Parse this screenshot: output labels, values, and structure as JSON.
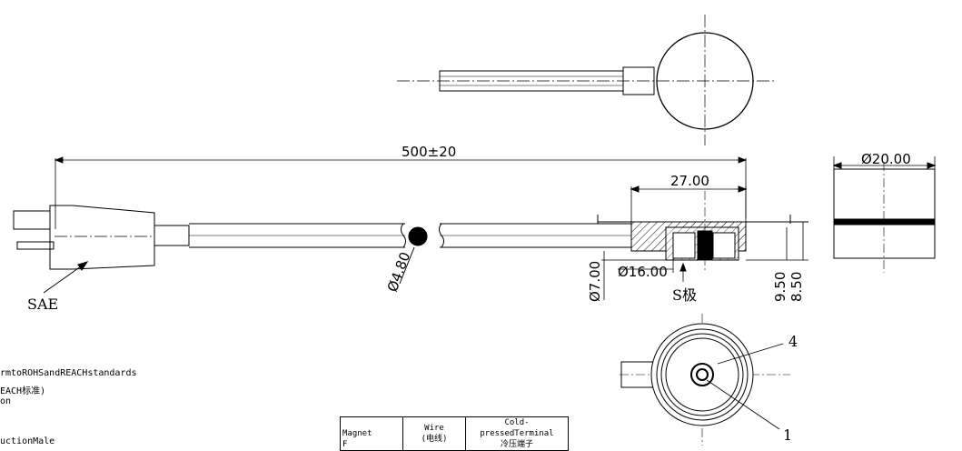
{
  "dimensions": {
    "length": "500±20",
    "cable_diameter": "Ø4.80",
    "body_width": "27.00",
    "magnet_diameter": "Ø20.00",
    "inner_diameter": "Ø16.00",
    "height_small": "Ø7.00",
    "height_a": "9.50",
    "height_b": "8.50"
  },
  "labels": {
    "plug": "SAE",
    "pole": "S极",
    "callout_1": "1",
    "callout_4": "4"
  },
  "notes": [
    "rmtoROHSandREACHstandards",
    "EACH标准)",
    "on",
    "uctionMale"
  ],
  "table": {
    "col1": "Magnet",
    "col1_sub": "F",
    "col2": "Wire",
    "col2_cn": "(电线)",
    "col3": "Cold-pressedTerminal",
    "col3_cn": "冷压端子"
  }
}
